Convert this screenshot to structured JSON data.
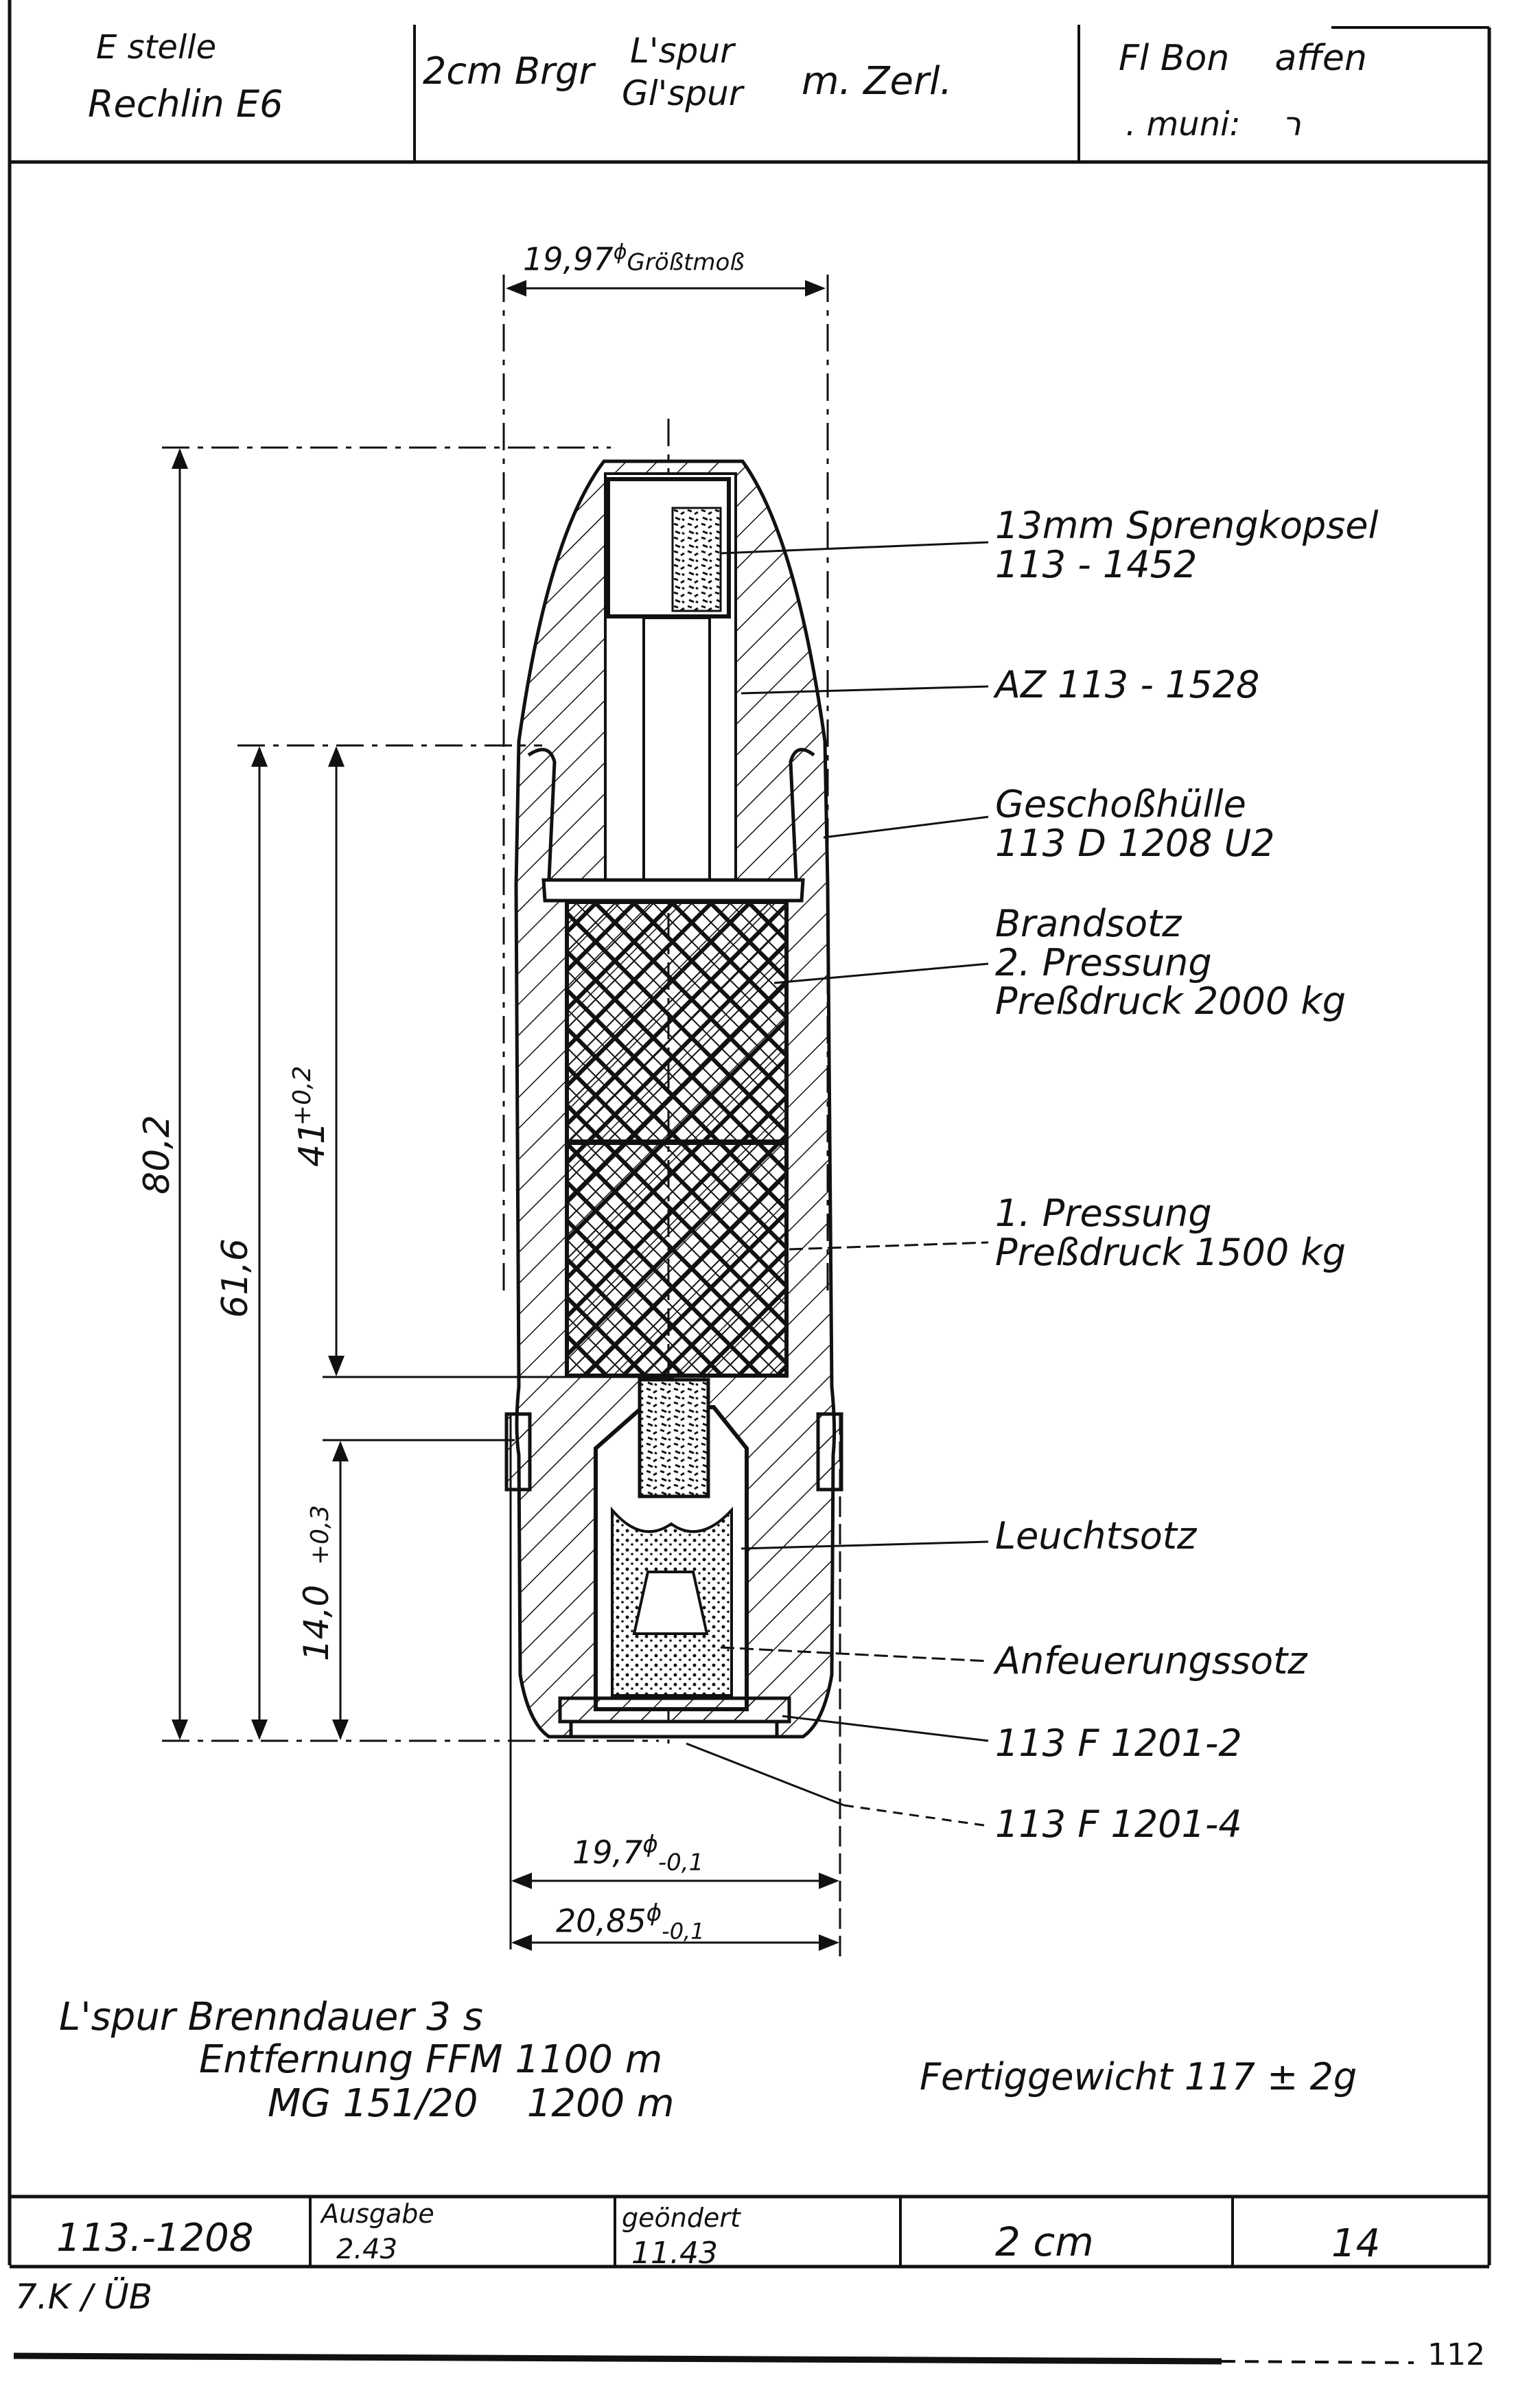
{
  "header": {
    "office_line1": "E stelle",
    "office_line2": "Rechlin E6",
    "caliber_prefix": "2cm Brgr",
    "tracer_top": "L'spur",
    "tracer_bottom": "Gl'spur",
    "suffix": "m. Zerl.",
    "category_line1": "Fl Bon    affen",
    "category_line2": ". muni:    ר"
  },
  "dimensions": {
    "max_diameter": "19,97",
    "max_diameter_note": "Größtmoß",
    "overall_length": "80,2",
    "body_length": "61,6",
    "incendiary_length": "41",
    "incendiary_tol": "+0,2",
    "tracer_length": "14,0",
    "tracer_tol": "+0,3",
    "band_diameter": "19,7",
    "band_tol": "-0,1",
    "base_diameter": "20,85",
    "base_tol": "-0,1",
    "diameter_symbol": "ϕ"
  },
  "callouts": [
    {
      "line1": "13mm Sprengkopsel",
      "line2": "113 - 1452"
    },
    {
      "line1": "AZ 113 - 1528",
      "line2": ""
    },
    {
      "line1": "Geschoßhülle",
      "line2": "113 D 1208 U2"
    },
    {
      "line1": "Brandsotz",
      "line2": "2. Pressung",
      "line3": "Preßdruck 2000 kg"
    },
    {
      "line1": "1. Pressung",
      "line2": "Preßdruck 1500 kg"
    },
    {
      "line1": "Leuchtsotz",
      "line2": ""
    },
    {
      "line1": "Anfeuerungssotz",
      "line2": ""
    },
    {
      "line1": "113 F 1201-2",
      "line2": ""
    },
    {
      "line1": "113 F 1201-4",
      "line2": ""
    }
  ],
  "notes": {
    "burn_line": "L'spur Brenndauer 3 s",
    "range_line1": "Entfernung FFM 1100 m",
    "range_line2": "MG 151/20    1200 m",
    "weight": "Fertiggewicht 117 ± 2g"
  },
  "footer": {
    "drawing_number": "113.-1208",
    "edition_label": "Ausgabe",
    "edition_value": "2.43",
    "changed_label": "geöndert",
    "changed_value": "11.43",
    "caliber": "2 cm",
    "sheet": "14"
  },
  "margin": {
    "initials": "7.K / ÜB",
    "page_number": "112"
  },
  "colors": {
    "ink": "#111111",
    "paper": "#ffffff"
  }
}
